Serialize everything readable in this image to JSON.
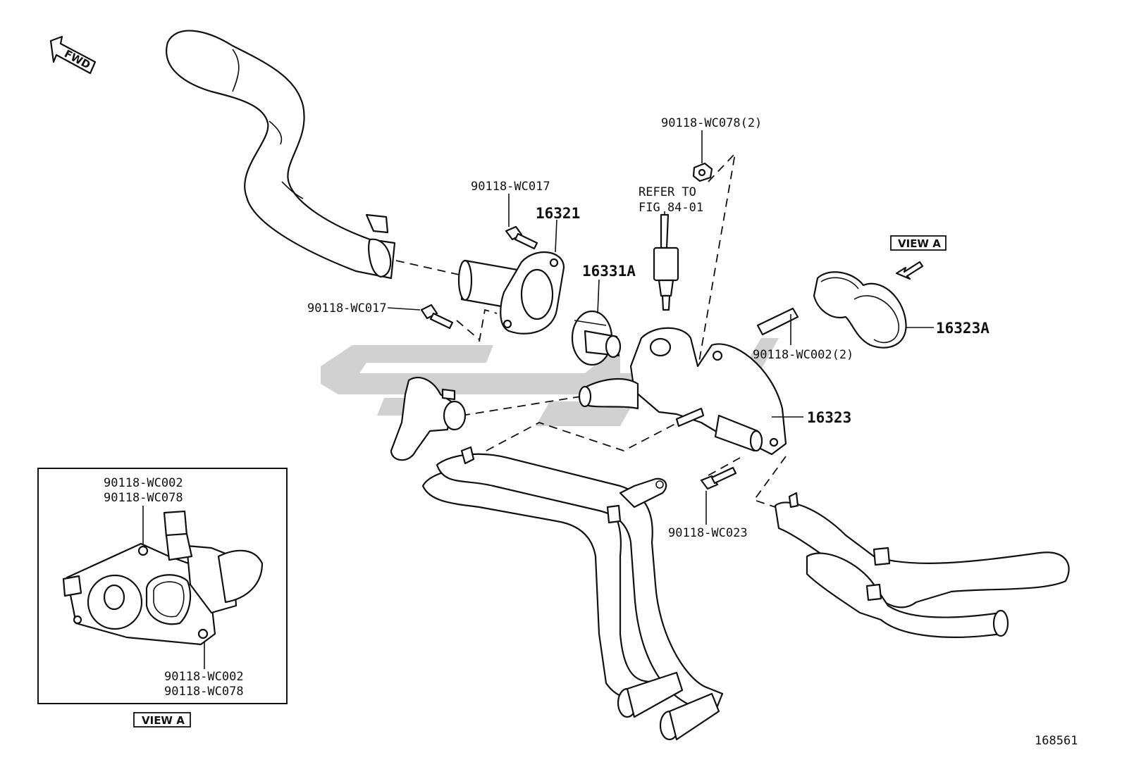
{
  "fwd_label": "FWD",
  "view_a_label": "VIEW A",
  "refer": {
    "line1": "REFER TO",
    "line2": "FIG 84-01"
  },
  "parts": {
    "p16321": "16321",
    "p16331A": "16331A",
    "p16323A": "16323A",
    "p16323": "16323",
    "b_wc017_top": "90118-WC017",
    "b_wc017_left": "90118-WC017",
    "b_wc078_2": "90118-WC078(2)",
    "b_wc002_2": "90118-WC002(2)",
    "b_wc023": "90118-WC023"
  },
  "inset": {
    "top_a": "90118-WC002",
    "top_b": "90118-WC078",
    "bot_a": "90118-WC002",
    "bot_b": "90118-WC078",
    "caption": "VIEW A"
  },
  "figure_number": "168561"
}
